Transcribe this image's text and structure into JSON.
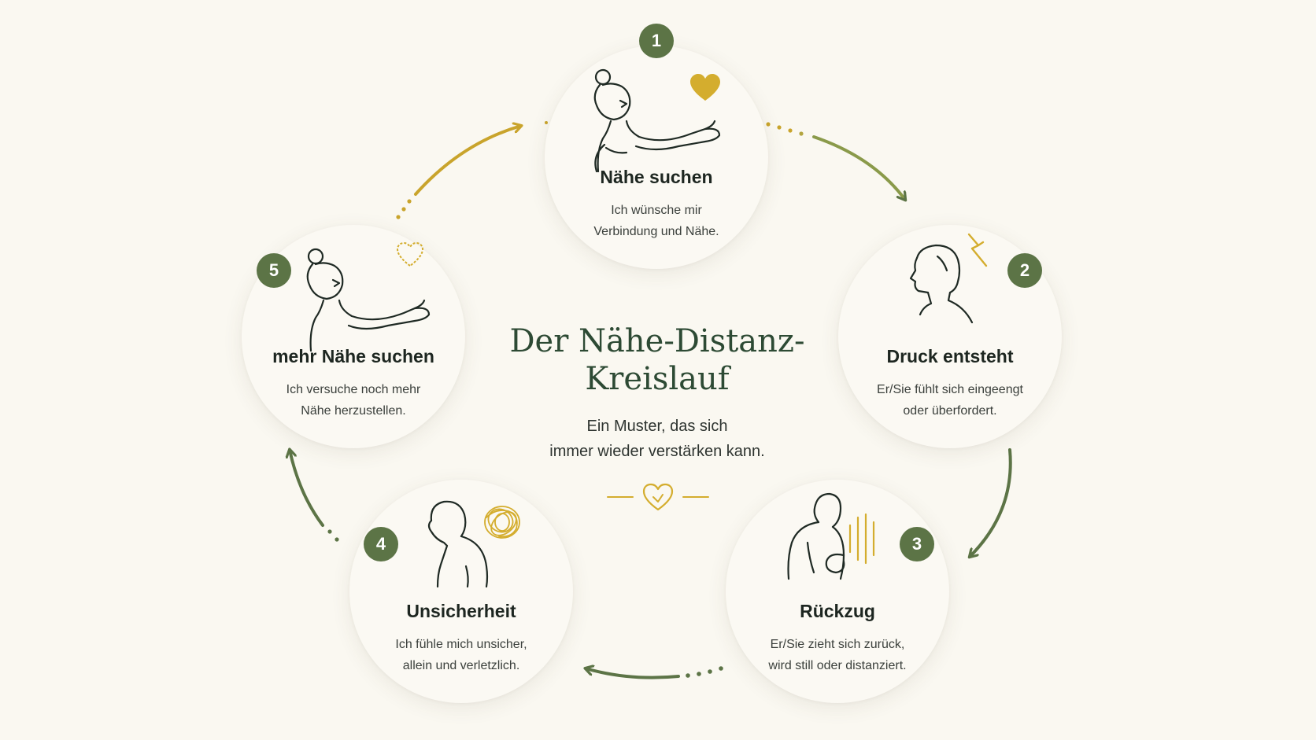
{
  "title_lines": [
    "Der Nähe-Distanz-",
    "Kreislauf"
  ],
  "subtitle_lines": [
    "Ein Muster, das sich",
    "immer wieder verstärken kann."
  ],
  "colors": {
    "background": "#faf8f1",
    "accent_green": "#5c7446",
    "accent_gold": "#d4ad2e",
    "title_green": "#2d4a34"
  },
  "steps": [
    {
      "number": "1",
      "title": "Nähe suchen",
      "description_lines": [
        "Ich wünsche mir",
        "Verbindung und Nähe."
      ],
      "illustration": "woman-reaching-icon",
      "accent_icon": "heart-filled-icon"
    },
    {
      "number": "2",
      "title": "Druck entsteht",
      "description_lines": [
        "Er/Sie fühlt sich eingeengt",
        "oder überfordert."
      ],
      "illustration": "man-profile-icon",
      "accent_icon": "lightning-icon"
    },
    {
      "number": "3",
      "title": "Rückzug",
      "description_lines": [
        "Er/Sie zieht sich zurück,",
        "wird still oder distanziert."
      ],
      "illustration": "man-turning-away-icon",
      "accent_icon": "vibration-lines-icon"
    },
    {
      "number": "4",
      "title": "Unsicherheit",
      "description_lines": [
        "Ich fühle mich unsicher,",
        "allein und verletzlich."
      ],
      "illustration": "person-head-down-icon",
      "accent_icon": "tangled-scribble-icon"
    },
    {
      "number": "5",
      "title": "mehr Nähe suchen",
      "description_lines": [
        "Ich versuche noch mehr",
        "Nähe herzustellen."
      ],
      "illustration": "woman-reaching-icon",
      "accent_icon": "heart-dashed-icon"
    }
  ]
}
